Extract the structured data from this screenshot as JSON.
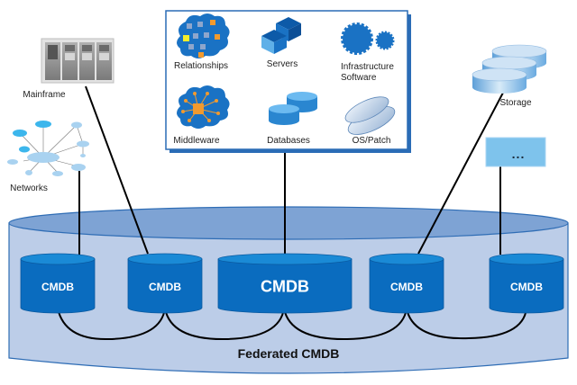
{
  "diagram": {
    "title": "Federated CMDB",
    "colors": {
      "federated_fill": "#bccde8",
      "federated_top": "#7ea3d4",
      "federated_stroke": "#2f6db5",
      "cmdb_body": "#0a6cbf",
      "cmdb_top": "#1a8ad6",
      "connector": "#000000",
      "ellipsis_box": "#7ec3ec"
    },
    "data_sources": {
      "mainframe": {
        "label": "Mainframe",
        "icon": "mainframe-icon"
      },
      "networks": {
        "label": "Networks",
        "icon": "network-graph-icon"
      },
      "storage": {
        "label": "Storage",
        "icon": "storage-disks-icon"
      },
      "more": {
        "label": "...",
        "icon": "more-box"
      },
      "group": {
        "items": [
          {
            "label": "Relationships",
            "icon": "relationships-cloud-icon"
          },
          {
            "label": "Servers",
            "icon": "servers-cubes-icon"
          },
          {
            "label": "Infrastructure",
            "label2": "Software",
            "icon": "gears-icon"
          },
          {
            "label": "Middleware",
            "icon": "middleware-cloud-icon"
          },
          {
            "label": "Databases",
            "icon": "databases-icon"
          },
          {
            "label": "OS/Patch",
            "icon": "discs-icon"
          }
        ]
      }
    },
    "cmdbs": [
      {
        "label": "CMDB",
        "connects_to": "Networks"
      },
      {
        "label": "CMDB",
        "connects_to": "Mainframe"
      },
      {
        "label": "CMDB",
        "connects_to": "Group",
        "primary": true
      },
      {
        "label": "CMDB",
        "connects_to": "Storage"
      },
      {
        "label": "CMDB",
        "connects_to": "..."
      }
    ]
  }
}
